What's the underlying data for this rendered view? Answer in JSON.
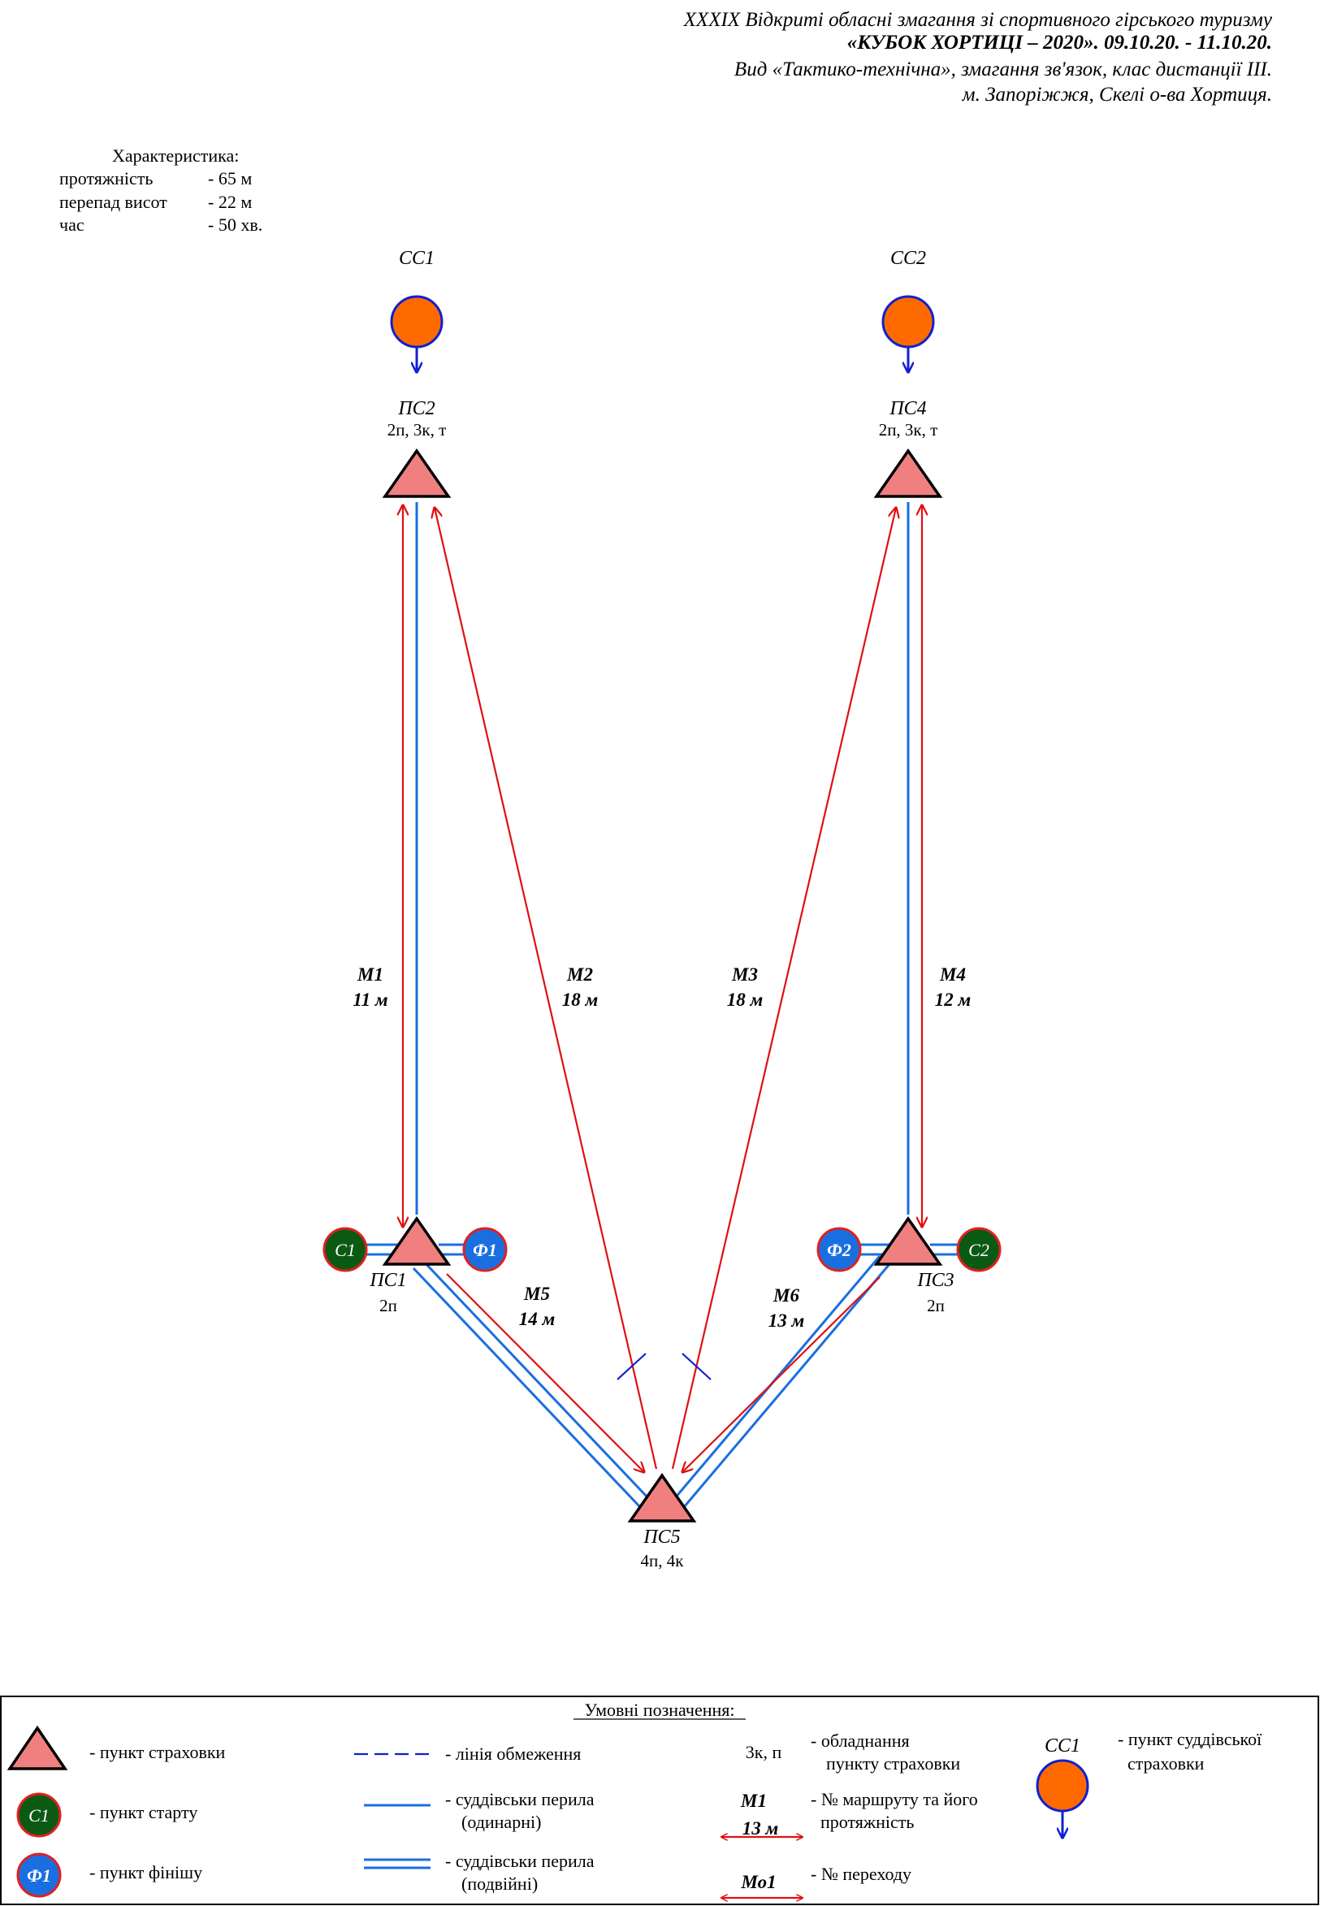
{
  "header": {
    "line1": "XXXIX Відкриті обласні змагання зі спортивного гірського туризму",
    "line2": "«КУБОК ХОРТИЦІ – 2020». 09.10.20. - 11.10.20.",
    "line3": "Вид «Тактико-технічна», змагання зв'язок, клас дистанції ІІІ.",
    "line4": "м. Запоріжжя, Скелі о-ва Хортиця."
  },
  "characteristics": {
    "title": "Характеристика:",
    "rows": [
      {
        "label": "протяжність",
        "value": "- 65 м"
      },
      {
        "label": "перепад висот",
        "value": "- 22 м"
      },
      {
        "label": "час",
        "value": "- 50 хв."
      }
    ]
  },
  "nodes": {
    "ss1": {
      "label": "СС1"
    },
    "ss2": {
      "label": "СС2"
    },
    "ps1": {
      "label": "ПС1",
      "equipment": "2п"
    },
    "ps2": {
      "label": "ПС2",
      "equipment": "2п, 3к, т"
    },
    "ps3": {
      "label": "ПС3",
      "equipment": "2п"
    },
    "ps4": {
      "label": "ПС4",
      "equipment": "2п, 3к, т"
    },
    "ps5": {
      "label": "ПС5",
      "equipment": "4п, 4к"
    },
    "c1": {
      "label": "С1"
    },
    "c2": {
      "label": "С2"
    },
    "f1": {
      "label": "Ф1"
    },
    "f2": {
      "label": "Ф2"
    }
  },
  "routes": {
    "m1": {
      "name": "М1",
      "length": "11 м"
    },
    "m2": {
      "name": "М2",
      "length": "18 м"
    },
    "m3": {
      "name": "М3",
      "length": "18 м"
    },
    "m4": {
      "name": "М4",
      "length": "12 м"
    },
    "m5": {
      "name": "М5",
      "length": "14 м"
    },
    "m6": {
      "name": "М6",
      "length": "13 м"
    }
  },
  "legend": {
    "title": "Умовні позначення:",
    "insurance_point": "- пункт страховки",
    "start_point": "- пункт старту",
    "start_sample": "С1",
    "finish_point": "- пункт фінішу",
    "finish_sample": "Ф1",
    "restriction_line": "- лінія обмеження",
    "single_rails_1": "- суддівськи перила",
    "single_rails_2": "(одинарні)",
    "double_rails_1": "- суддівськи перила",
    "double_rails_2": "(подвійні)",
    "equipment_sample": "3к, п",
    "equipment_1": "- обладнання",
    "equipment_2": "пункту страховки",
    "route_sample_name": "М1",
    "route_sample_length": "13 м",
    "route_1": "- № маршруту та його",
    "route_2": "протяжність",
    "transition_sample": "Мо1",
    "transition": "- № переходу",
    "judge_sample": "СС1",
    "judge_1": "- пункт суддівської",
    "judge_2": "страховки"
  },
  "colors": {
    "triangle_fill": "#f08080",
    "start_fill": "#0a5a14",
    "finish_fill": "#1a6fe0",
    "judge_fill": "#ff6a00",
    "rail_blue": "#1a6fe0",
    "route_red": "#e01010",
    "circle_stroke_red": "#e02020",
    "judge_stroke_blue": "#1020d0"
  }
}
